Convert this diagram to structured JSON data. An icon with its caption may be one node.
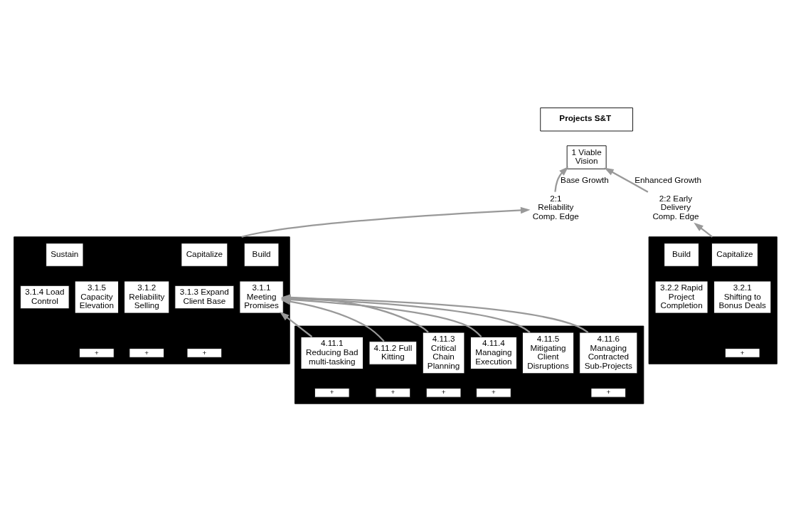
{
  "diagram": {
    "nodes": [
      {
        "text": [
          "Projects S&T"
        ]
      },
      {
        "text": [
          "1 Viable Vision"
        ]
      },
      {
        "text": [
          "2:1 Reliability Comp. Edge"
        ]
      },
      {
        "text": [
          "2:2 Early Delivery Comp. Edge"
        ]
      },
      {
        "text": [],
        "shape": "box"
      },
      {
        "text": [
          "Build"
        ],
        "in": 4
      },
      {
        "text": [
          "Capitalize"
        ],
        "in": 4
      },
      {
        "text": [
          "Sustain"
        ],
        "in": 4
      },
      {
        "text": [
          "3.1.1 Meeting Promises"
        ],
        "in": 4
      },
      {
        "text": [
          "3.1.2 Reliability Selling"
        ],
        "in": 4
      },
      {
        "text": [
          "3.1.3 Expand Client Base"
        ],
        "in": 4
      },
      {
        "text": [
          "3.1.4 Load Control"
        ],
        "in": 4
      },
      {
        "text": [
          "3.1.5 Capacity Elevation"
        ],
        "in": 4
      },
      {
        "text": [
          "+"
        ],
        "in": 4
      },
      {
        "text": [
          "+"
        ],
        "in": 4
      },
      {
        "text": [
          "+"
        ],
        "in": 4
      },
      {
        "text": [],
        "shape": "box"
      },
      {
        "text": [
          "Capitalize"
        ],
        "in": 16
      },
      {
        "text": [
          "Build"
        ],
        "in": 16
      },
      {
        "text": [
          "3.2.1 Shifting to Bonus Deals"
        ],
        "in": 16
      },
      {
        "text": [
          "3.2.2 Rapid Project Completion"
        ],
        "in": 16
      },
      {
        "text": [
          "+"
        ],
        "in": 16
      },
      {
        "text": [],
        "shape": "box"
      },
      {
        "text": [
          "4.11.1 Reducing Bad multi-tasking"
        ],
        "in": 22
      },
      {
        "text": [
          "4.11.2 Full Kitting"
        ],
        "in": 22
      },
      {
        "text": [
          "4.11.3 Critical Chain Planning"
        ],
        "in": 22
      },
      {
        "text": [
          "4.11.4 Managing Execution"
        ],
        "in": 22
      },
      {
        "text": [
          "4.11.5 Mitigating Client Disruptions"
        ],
        "in": 22
      },
      {
        "text": [
          "4.11.6 Managing Contracted Sub-Projects"
        ],
        "in": 22
      },
      {
        "text": [
          "+"
        ],
        "in": 22
      },
      {
        "text": [
          "+"
        ],
        "in": 22
      },
      {
        "text": [
          "+"
        ],
        "in": 22
      },
      {
        "text": [
          "+"
        ],
        "in": 22
      },
      {
        "text": [
          "+"
        ],
        "in": 22
      }
    ],
    "edges": [
      {
        "from": 2,
        "to": 1,
        "arrow": "to",
        "label": "Base Growth"
      },
      {
        "from": 3,
        "to": 1,
        "arrow": "to",
        "label": "Enhanced Growth"
      },
      {
        "from": 4,
        "to": 2,
        "arrow": "to"
      },
      {
        "from": 16,
        "to": 3,
        "arrow": "to"
      },
      {
        "from": 23,
        "to": 8,
        "arrow": "to"
      },
      {
        "from": 24,
        "to": 8,
        "arrow": "to"
      },
      {
        "from": 25,
        "to": 8,
        "arrow": "to"
      },
      {
        "from": 26,
        "to": 8,
        "arrow": "to"
      },
      {
        "from": 27,
        "to": 8,
        "arrow": "to"
      },
      {
        "from": 28,
        "to": 8,
        "arrow": "to"
      }
    ]
  }
}
